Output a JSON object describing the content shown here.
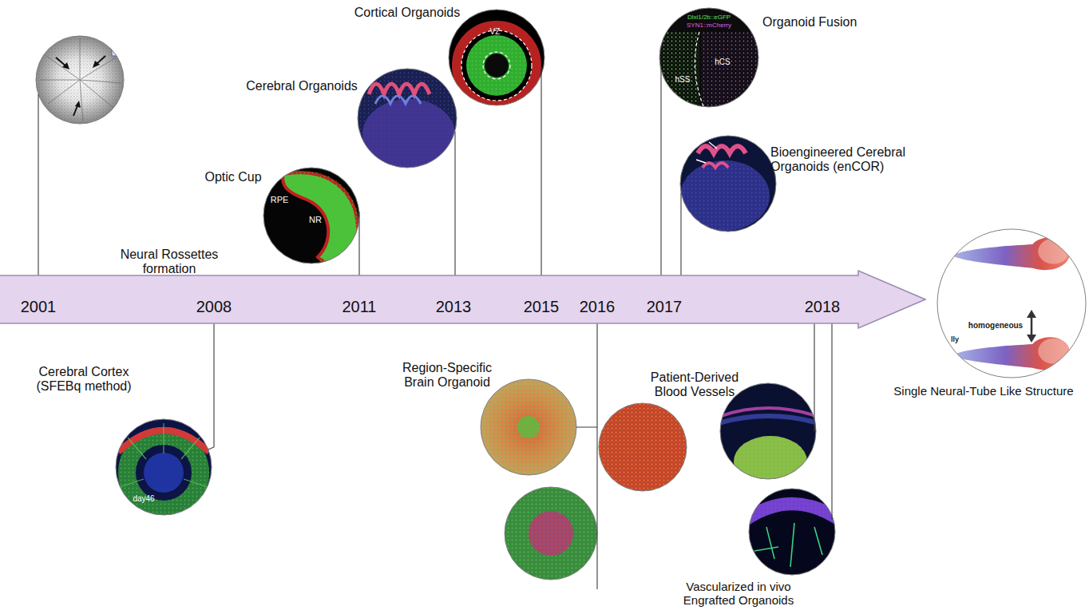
{
  "diagram": {
    "nodes": [
      {
        "text": [
          "2001",
          "2008",
          "2011",
          "2013",
          "2015",
          "2016",
          "2017",
          "2018"
        ]
      },
      {
        "text": [
          "Neural Rossettes formation"
        ]
      },
      {
        "text": [
          "Cerebral Cortex (SFEBq method)"
        ]
      },
      {
        "text": [
          "Optic Cup"
        ]
      },
      {
        "text": [
          "Cerebral Organoids"
        ]
      },
      {
        "text": [
          "Cortical Organoids"
        ]
      },
      {
        "text": [
          "Region-Specific Brain Organoid"
        ]
      },
      {
        "text": [
          "Organoid Fusion"
        ]
      },
      {
        "text": [
          "Bioengineered Cerebral Organoids (enCOR)"
        ]
      },
      {
        "text": [
          "Patient-Derived Blood Vessels"
        ]
      },
      {
        "text": [
          "Vascularized in vivo Engrafted Organoids"
        ]
      },
      {
        "text": [
          "Single Neural-Tube Like Structure"
        ]
      }
    ],
    "edges": [
      {
        "from": 1,
        "to": 0,
        "arrow": "none"
      },
      {
        "from": 2,
        "to": 0,
        "arrow": "none"
      },
      {
        "from": 3,
        "to": 0,
        "arrow": "none"
      },
      {
        "from": 4,
        "to": 0,
        "arrow": "none"
      },
      {
        "from": 5,
        "to": 0,
        "arrow": "none"
      },
      {
        "from": 6,
        "to": 0,
        "arrow": "none"
      },
      {
        "from": 7,
        "to": 0,
        "arrow": "none"
      },
      {
        "from": 8,
        "to": 0,
        "arrow": "none"
      },
      {
        "from": 9,
        "to": 0,
        "arrow": "none"
      },
      {
        "from": 10,
        "to": 0,
        "arrow": "none"
      }
    ],
    "labels": [
      "RPE",
      "NR",
      "VZ",
      "Dlxi1/2b::eGFP",
      "SYN1::mCherry",
      "hCS",
      "hSS",
      "homogeneous",
      "lly",
      "day46"
    ]
  }
}
